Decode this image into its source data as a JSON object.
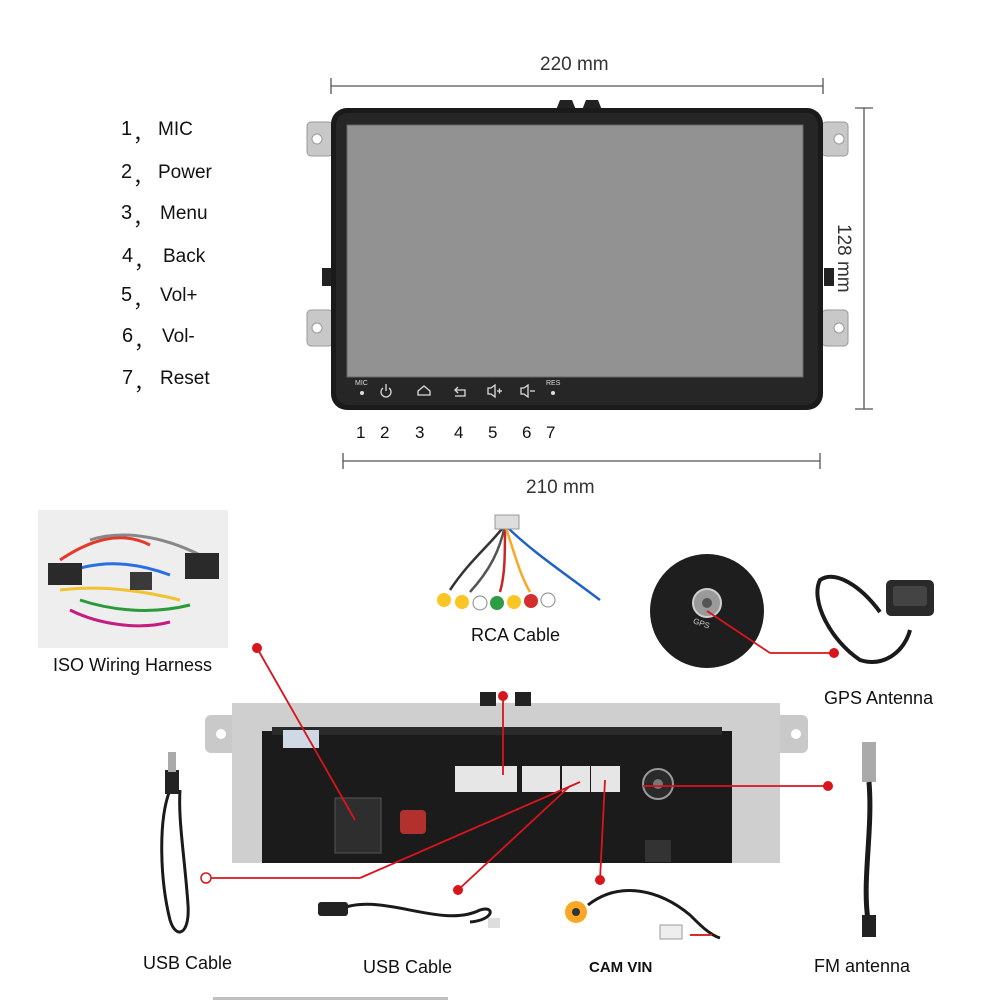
{
  "legend": [
    {
      "num": "1",
      "sep": "，",
      "label": "MIC"
    },
    {
      "num": "2",
      "sep": "，",
      "label": "Power"
    },
    {
      "num": "3",
      "sep": "，",
      "label": "Menu"
    },
    {
      "num": "4",
      "sep": "，",
      "label": "Back"
    },
    {
      "num": "5",
      "sep": "，",
      "label": "Vol+"
    },
    {
      "num": "6",
      "sep": "，",
      "label": "Vol-"
    },
    {
      "num": "7",
      "sep": "，",
      "label": "Reset"
    }
  ],
  "dimensions": {
    "top_width": "220 mm",
    "bottom_width": "210 mm",
    "height": "128 mm"
  },
  "panel": {
    "mic_label": "MIC",
    "res_label": "RES",
    "button_numbers": [
      "1",
      "2",
      "3",
      "4",
      "5",
      "6",
      "7"
    ]
  },
  "accessories": {
    "iso": "ISO Wiring Harness",
    "rca": "RCA Cable",
    "gps": "GPS Antenna",
    "gps_port_label": "GPS",
    "usb_left": "USB Cable",
    "usb_mid": "USB Cable",
    "cam": "CAM VIN",
    "fm": "FM antenna"
  },
  "colors": {
    "pointer": "#d8141c",
    "screen": "#929292",
    "bezel": "#1c1c1c",
    "metal": "#c9c9c9"
  }
}
